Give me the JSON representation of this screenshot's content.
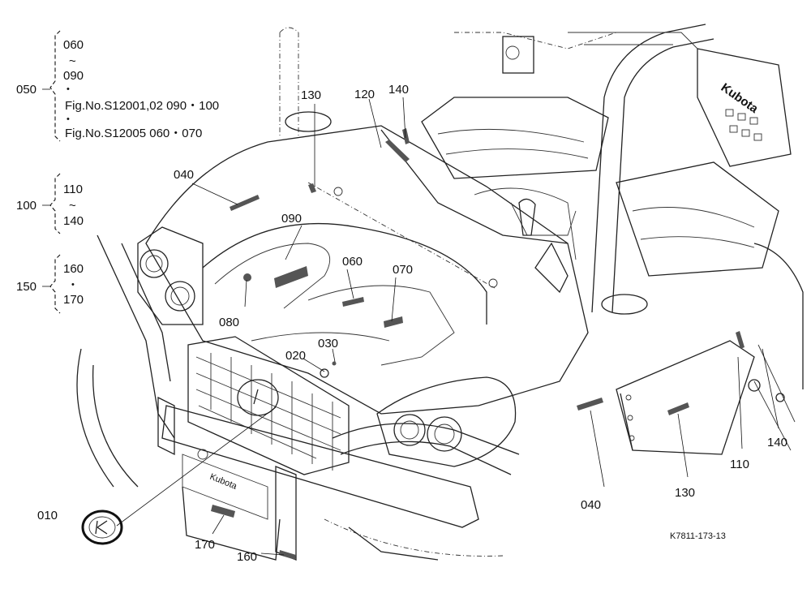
{
  "drawing_code": "K7811-173-13",
  "callouts": {
    "c010": "010",
    "c020": "020",
    "c030": "030",
    "c040a": "040",
    "c040b": "040",
    "c050": "050",
    "c060": "060",
    "c070": "070",
    "c080": "080",
    "c090": "090",
    "c100": "100",
    "c110": "110",
    "c120": "120",
    "c130a": "130",
    "c130b": "130",
    "c140a": "140",
    "c140b": "140",
    "c150": "150",
    "c160": "160",
    "c170": "170"
  },
  "groups": {
    "g050": {
      "from": "060",
      "tilde": "~",
      "to": "090",
      "dot1": "•",
      "note1": "Fig.No.S12001,02  090・100",
      "dot2": "•",
      "note2": "Fig.No.S12005  060・070"
    },
    "g100": {
      "from": "110",
      "tilde": "~",
      "to": "140"
    },
    "g150": {
      "from": "160",
      "dot": "•",
      "to": "170"
    }
  },
  "brand_text": "Kubota"
}
